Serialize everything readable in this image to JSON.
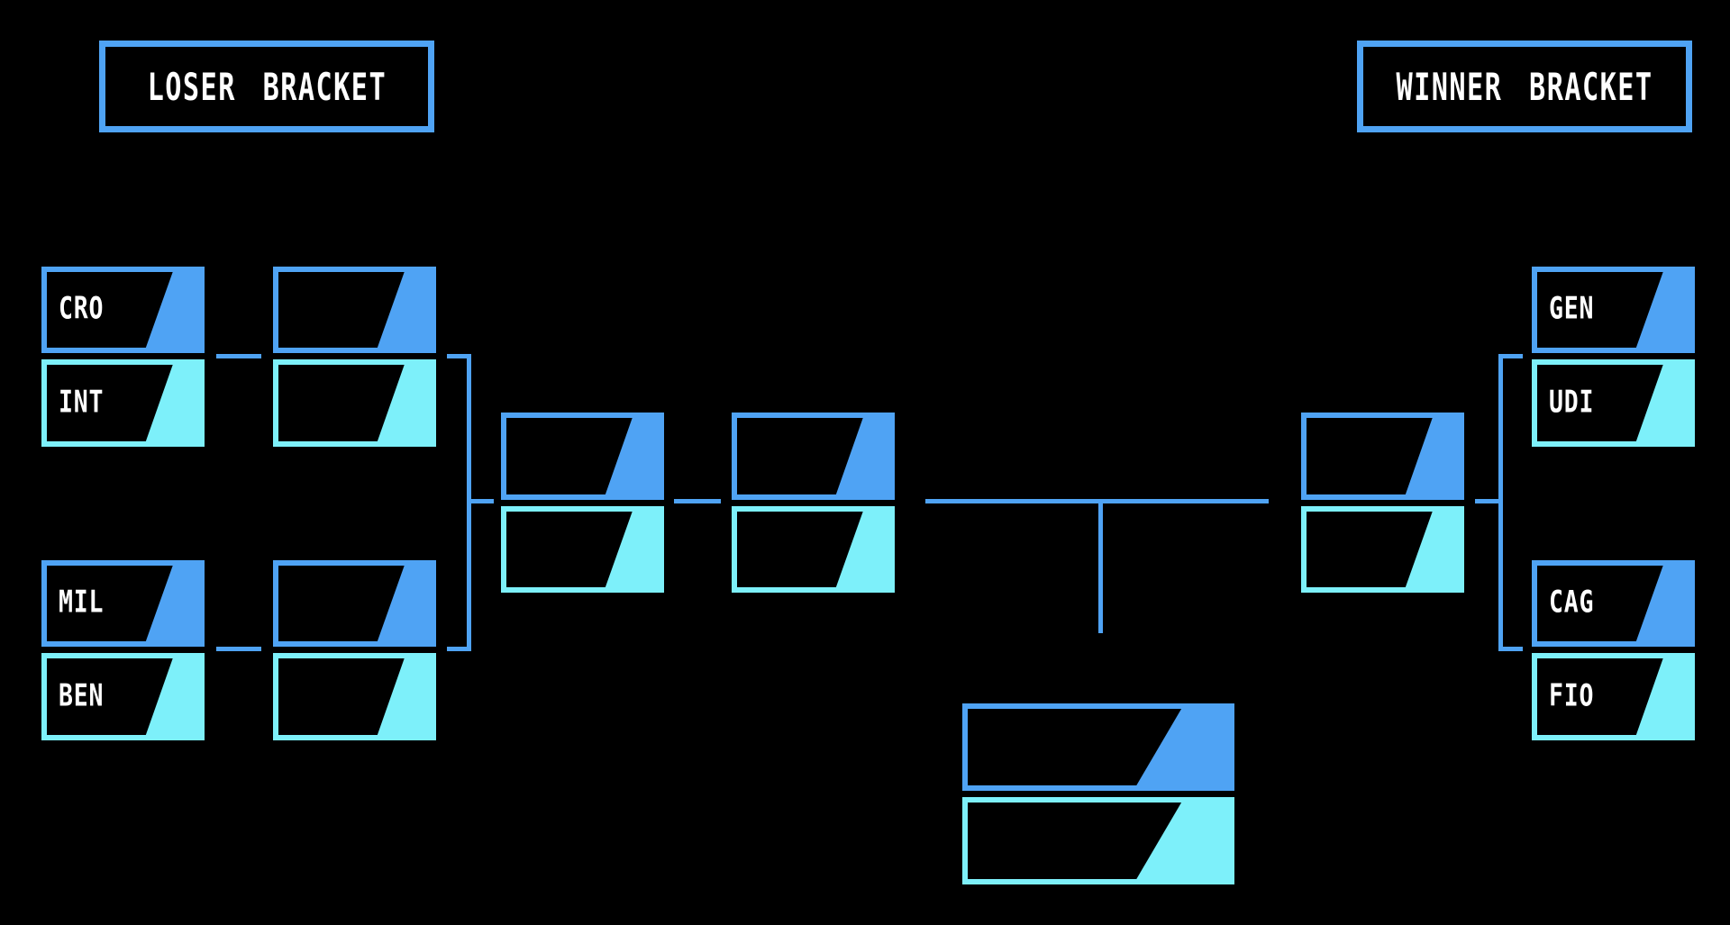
{
  "colors": {
    "bg": "#000000",
    "blue": "#4FA3F4",
    "cyan": "#7DF0FA",
    "text": "#FFFFFF"
  },
  "loser_bracket": {
    "title": "LOSER BRACKET",
    "round1": {
      "match1": {
        "top_team": "CRO",
        "bottom_team": "INT"
      },
      "match2": {
        "top_team": "MIL",
        "bottom_team": "BEN"
      }
    },
    "round2": {
      "match1": {
        "top_team": "",
        "bottom_team": ""
      },
      "match2": {
        "top_team": "",
        "bottom_team": ""
      }
    },
    "round3": {
      "match1": {
        "top_team": "",
        "bottom_team": ""
      }
    },
    "round4": {
      "match1": {
        "top_team": "",
        "bottom_team": ""
      }
    }
  },
  "winner_bracket": {
    "title": "WINNER BRACKET",
    "round1": {
      "match1": {
        "top_team": "GEN",
        "bottom_team": "UDI"
      },
      "match2": {
        "top_team": "CAG",
        "bottom_team": "FIO"
      }
    },
    "round2": {
      "match1": {
        "top_team": "",
        "bottom_team": ""
      }
    }
  },
  "grand_final": {
    "match": {
      "top_team": "",
      "bottom_team": ""
    }
  }
}
